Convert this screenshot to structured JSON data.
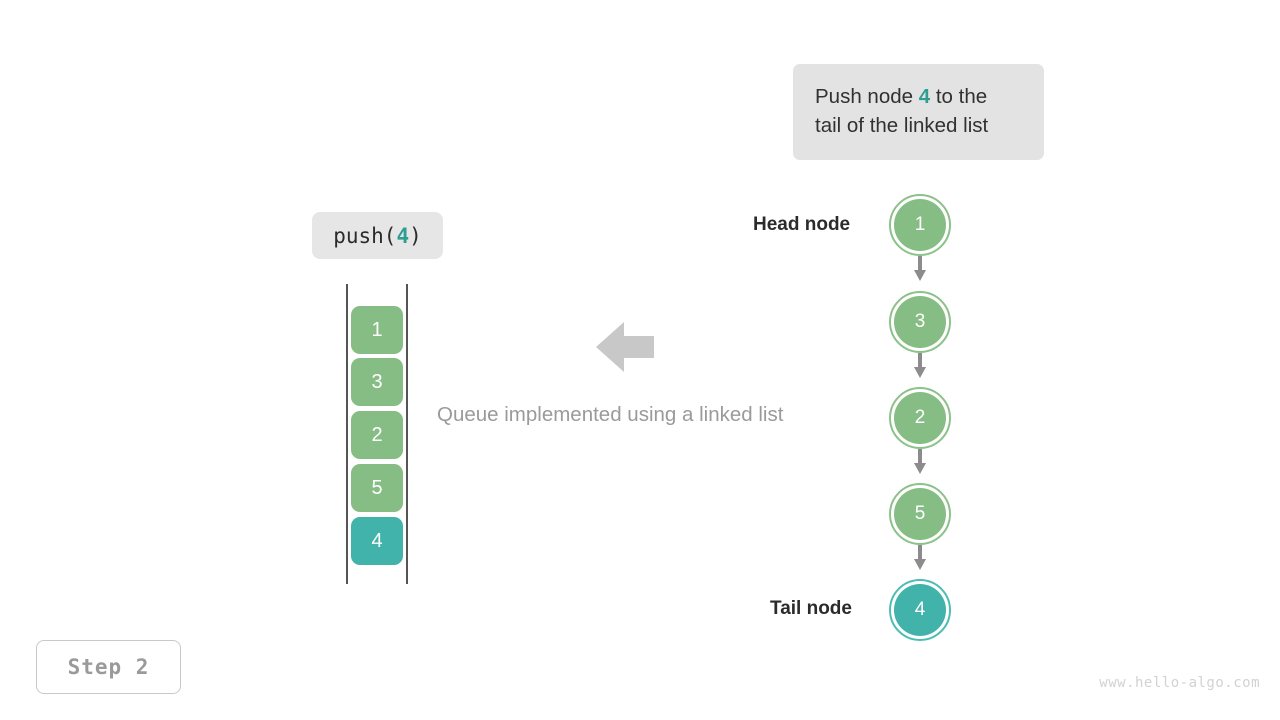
{
  "info_box": {
    "line1_prefix": "Push node ",
    "line1_value": "4",
    "line1_suffix": " to the",
    "line2": "tail of the linked list",
    "background": "#e3e3e3",
    "accent_color": "#2e9e92"
  },
  "operation": {
    "label_prefix": "push(",
    "label_value": "4",
    "label_suffix": ")",
    "background": "#e6e6e6"
  },
  "caption": "Queue implemented using a linked list",
  "arrow": {
    "direction": "left",
    "color": "#c8c8c8"
  },
  "queue_column": {
    "cells": [
      {
        "value": "1",
        "highlight": false
      },
      {
        "value": "3",
        "highlight": false
      },
      {
        "value": "2",
        "highlight": false
      },
      {
        "value": "5",
        "highlight": false
      },
      {
        "value": "4",
        "highlight": true
      }
    ],
    "cell_color": "#86bd84",
    "highlight_color": "#42b3aa",
    "rail_color": "#555555"
  },
  "linked_list": {
    "head_label": "Head node",
    "tail_label": "Tail node",
    "nodes": [
      {
        "value": "1",
        "highlight": false
      },
      {
        "value": "3",
        "highlight": false
      },
      {
        "value": "2",
        "highlight": false
      },
      {
        "value": "5",
        "highlight": false
      },
      {
        "value": "4",
        "highlight": true
      }
    ],
    "node_color": "#86bd84",
    "node_ring_color": "#8cc289",
    "highlight_color": "#42b3aa",
    "highlight_ring_color": "#4cbdb4",
    "arrow_color": "#8c8c8c"
  },
  "step_badge": "Step 2",
  "watermark": "www.hello-algo.com"
}
